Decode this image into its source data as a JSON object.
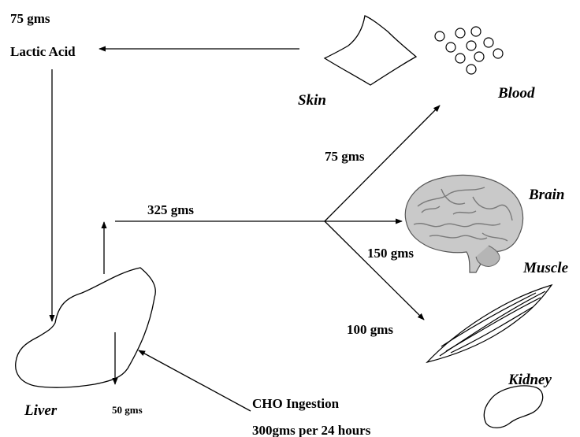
{
  "labels": {
    "top_amount": "75 gms",
    "lactic_acid": "Lactic Acid",
    "skin": "Skin",
    "blood": "Blood",
    "brain": "Brain",
    "muscle": "Muscle",
    "kidney": "Kidney",
    "liver": "Liver",
    "liver_output": "325 gms",
    "to_blood": "75 gms",
    "to_brain": "150 gms",
    "to_muscle": "100 gms",
    "liver_down": "50 gms",
    "ingestion_title": "CHO Ingestion",
    "ingestion_rate": "300gms per 24 hours"
  }
}
